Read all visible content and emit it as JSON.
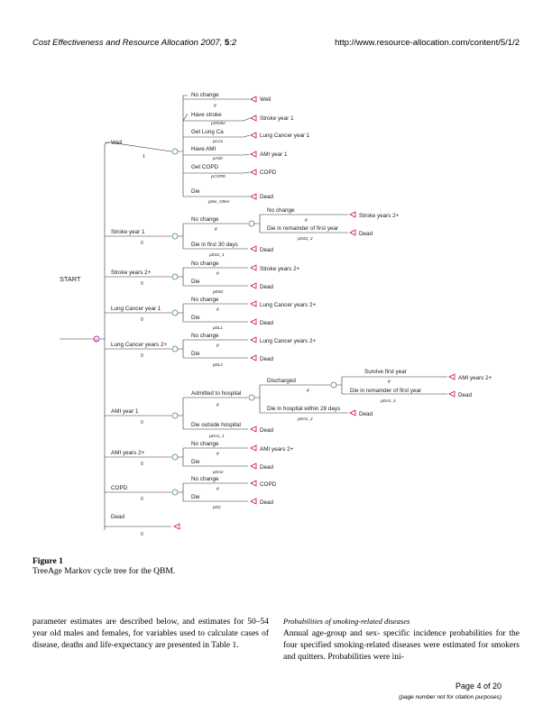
{
  "header": {
    "journal": "Cost Effectiveness and Resource Allocation",
    "year": "2007,",
    "volume": "5",
    "issue": ":2",
    "url": "http://www.resource-allocation.com/content/5/1/2"
  },
  "tree": {
    "root": "START",
    "states": {
      "well": "Well",
      "well_num": "1",
      "stroke1": "Stroke year 1",
      "stroke1_num": "0",
      "stroke2": "Stroke years 2+",
      "stroke2_num": "0",
      "lung1": "Lung Cancer year 1",
      "lung1_num": "0",
      "lung2": "Lung Cancer years 2+",
      "lung2_num": "0",
      "ami1": "AMI year 1",
      "ami1_num": "0",
      "ami2": "AMI years 2+",
      "ami2_num": "0",
      "copd": "COPD",
      "copd_num": "0",
      "dead": "Dead",
      "dead_num": "0"
    },
    "well_branches": {
      "no_change": "No change",
      "no_change_p": "#",
      "no_change_t": "Well",
      "stroke": "Have stroke",
      "stroke_p": "pStroke",
      "stroke_t": "Stroke year 1",
      "lung": "Get Lung Ca",
      "lung_p": "pLCa",
      "lung_t": "Lung Cancer year 1",
      "ami": "Have AMI",
      "ami_p": "pAMI",
      "ami_t": "AMI year 1",
      "copd": "Get COPD",
      "copd_p": "pCOPD",
      "copd_t": "COPD",
      "die": "Die",
      "die_p": "pDie_Other",
      "die_t": "Dead"
    },
    "stroke1_branches": {
      "no_change": "No change",
      "no_change_p": "#",
      "sub_no_change": "No change",
      "sub_no_change_p": "#",
      "sub_no_change_t": "Stroke years 2+",
      "sub_die": "Die in remainder of first year",
      "sub_die_p": "pDS1_2",
      "sub_die_t": "Dead",
      "die30": "Die in first 30 days",
      "die30_p": "pDS1_1",
      "die30_t": "Dead"
    },
    "stroke2_branches": {
      "no_change": "No change",
      "no_change_p": "#",
      "no_change_t": "Stroke years 2+",
      "die": "Die",
      "die_p": "pDS2",
      "die_t": "Dead"
    },
    "lung1_branches": {
      "no_change": "No change",
      "no_change_p": "#",
      "no_change_t": "Lung Cancer years 2+",
      "die": "Die",
      "die_p": "pDL1",
      "die_t": "Dead"
    },
    "lung2_branches": {
      "no_change": "No change",
      "no_change_p": "#",
      "no_change_t": "Lung Cancer years 2+",
      "die": "Die",
      "die_p": "pDL2",
      "die_t": "Dead"
    },
    "ami1_branches": {
      "admitted": "Admitted to hospital",
      "admitted_p": "#",
      "discharged": "Discharged",
      "discharged_p": "#",
      "survive": "Survive first year",
      "survive_p": "#",
      "survive_t": "AMI years 2+",
      "die_rem": "Die in remainder of first year",
      "die_rem_p": "pDA1_3",
      "die_rem_t": "Dead",
      "die_hosp": "Die in hospital within 28 days",
      "die_hosp_p": "pDA1_2",
      "die_hosp_t": "Dead",
      "die_out": "Die outside hospital",
      "die_out_p": "pDA1_1",
      "die_out_t": "Dead"
    },
    "ami2_branches": {
      "no_change": "No change",
      "no_change_p": "#",
      "no_change_t": "AMI years 2+",
      "die": "Die",
      "die_p": "pDA2",
      "die_t": "Dead"
    },
    "copd_branches": {
      "no_change": "No change",
      "no_change_p": "#",
      "no_change_t": "COPD",
      "die": "Die",
      "die_p": "pDC",
      "die_t": "Dead"
    }
  },
  "figure": {
    "label": "Figure 1",
    "caption": "TreeAge Markov cycle tree for the QBM."
  },
  "body": {
    "left_paragraph": "parameter estimates are described below, and estimates for 50–54 year old males and females, for variables used to calculate cases of disease, deaths and life-expectancy are presented in Table 1.",
    "section_title": "Probabilities of smoking-related diseases",
    "right_paragraph": "Annual age-group and sex- specific incidence probabilities for the four specified smoking-related diseases were estimated for smokers and quitters. Probabilities were ini-"
  },
  "footer": {
    "page": "Page 4 of 20",
    "note": "(page number not for citation purposes)"
  }
}
